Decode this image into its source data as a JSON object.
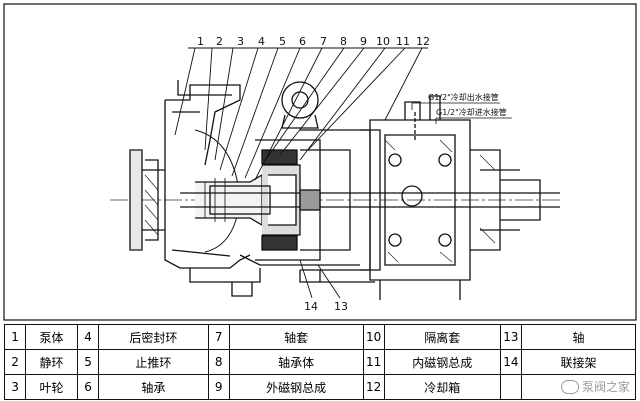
{
  "labels": [
    {
      "n": "1"
    },
    {
      "n": "2"
    },
    {
      "n": "3"
    },
    {
      "n": "4"
    },
    {
      "n": "5"
    },
    {
      "n": "6"
    },
    {
      "n": "7"
    },
    {
      "n": "8"
    },
    {
      "n": "9"
    },
    {
      "n": "10"
    },
    {
      "n": "11"
    },
    {
      "n": "12"
    },
    {
      "n": "13"
    },
    {
      "n": "14"
    }
  ],
  "pipe_notes": {
    "outlet": "G1/2\"冷却出水接管",
    "inlet": "G1/2\"冷却进水接管"
  },
  "parts": [
    {
      "n": "1",
      "name": "泵体"
    },
    {
      "n": "2",
      "name": "静环"
    },
    {
      "n": "3",
      "name": "叶轮"
    },
    {
      "n": "4",
      "name": "后密封环"
    },
    {
      "n": "5",
      "name": "止推环"
    },
    {
      "n": "6",
      "name": "轴承"
    },
    {
      "n": "7",
      "name": "轴套"
    },
    {
      "n": "8",
      "name": "轴承体"
    },
    {
      "n": "9",
      "name": "外磁钢总成"
    },
    {
      "n": "10",
      "name": "隔离套"
    },
    {
      "n": "11",
      "name": "内磁钢总成"
    },
    {
      "n": "12",
      "name": "冷却箱"
    },
    {
      "n": "13",
      "name": "轴"
    },
    {
      "n": "14",
      "name": "联接架"
    }
  ],
  "watermark": "泵阀之家"
}
